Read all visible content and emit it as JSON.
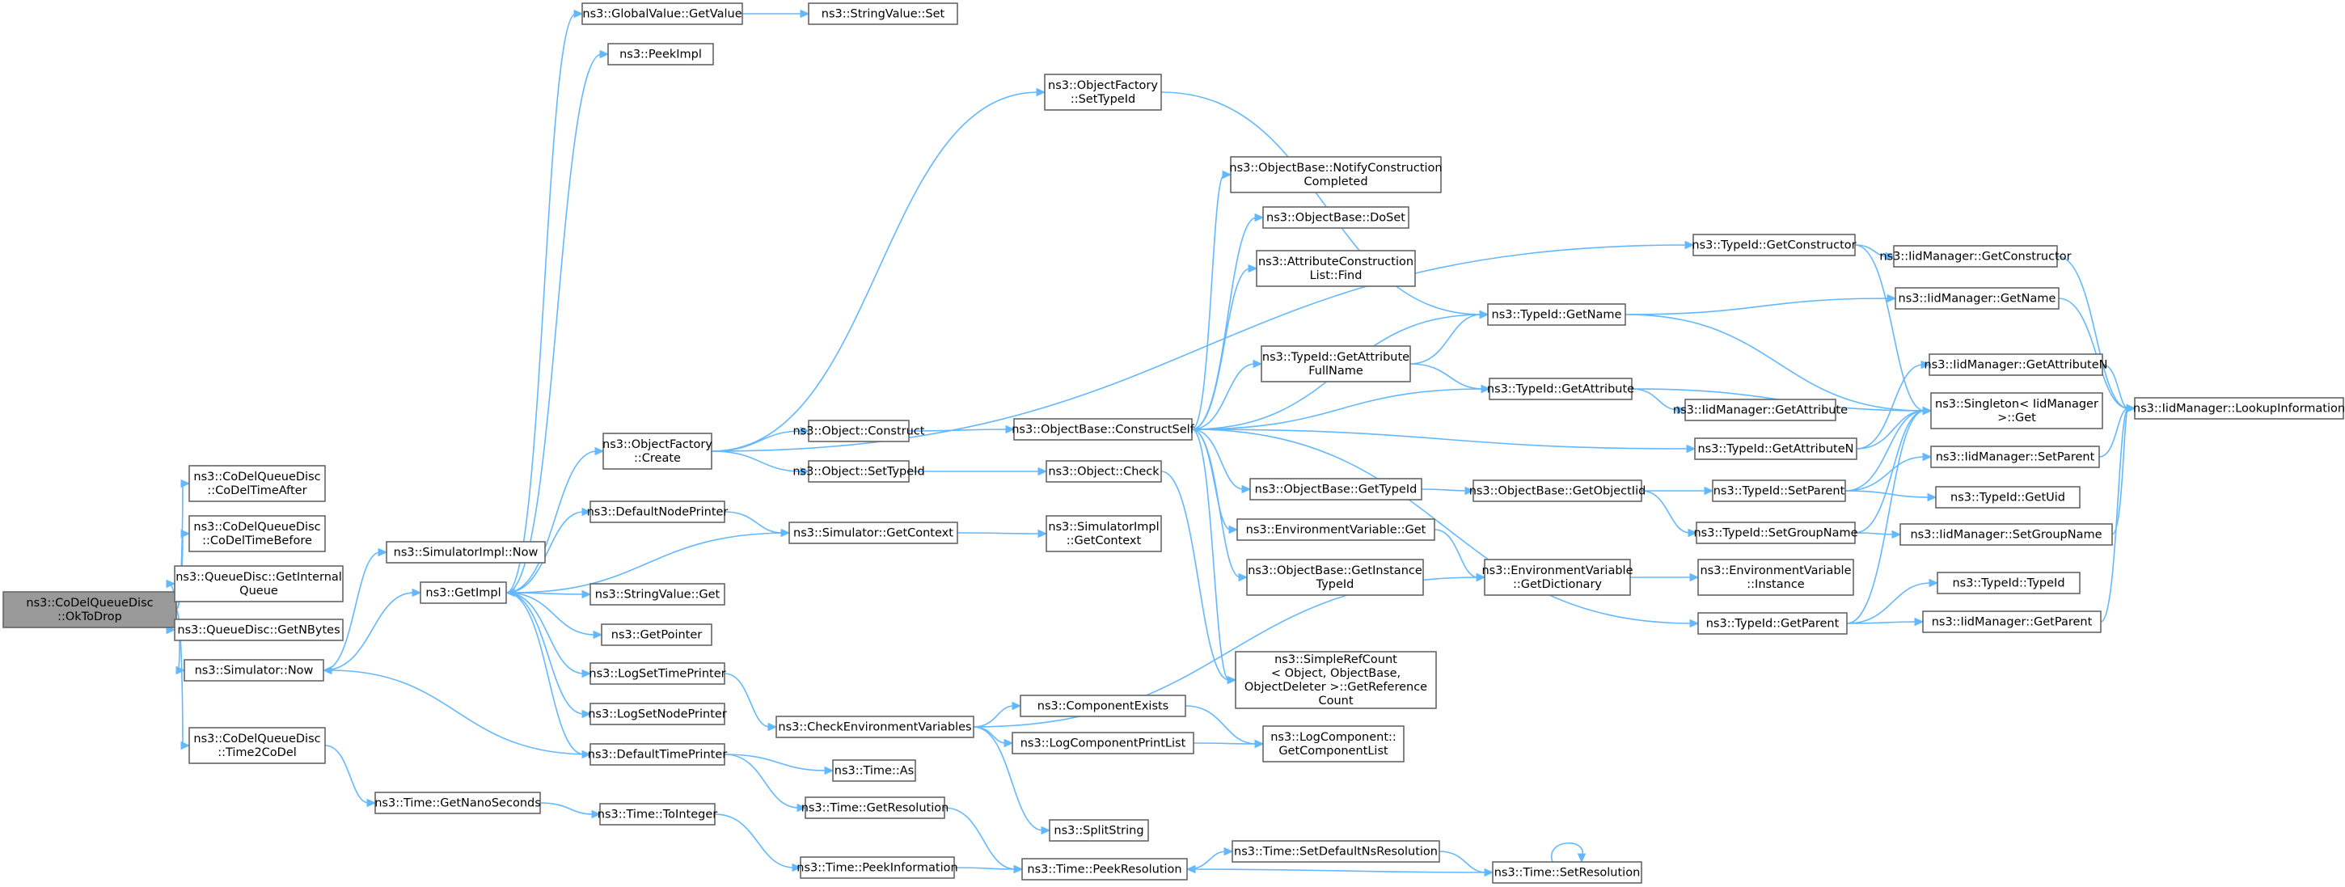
{
  "graph": {
    "nodes": [
      {
        "id": "oktodrop",
        "lines": [
          "ns3::CoDelQueueDisc",
          "::OkToDrop"
        ],
        "root": true
      },
      {
        "id": "cdtafter",
        "lines": [
          "ns3::CoDelQueueDisc",
          "::CoDelTimeAfter"
        ]
      },
      {
        "id": "cdtbefore",
        "lines": [
          "ns3::CoDelQueueDisc",
          "::CoDelTimeBefore"
        ]
      },
      {
        "id": "getintq",
        "lines": [
          "ns3::QueueDisc::GetInternal",
          "Queue"
        ]
      },
      {
        "id": "getnbytes",
        "lines": [
          "ns3::QueueDisc::GetNBytes"
        ]
      },
      {
        "id": "simnow",
        "lines": [
          "ns3::Simulator::Now"
        ]
      },
      {
        "id": "time2codel",
        "lines": [
          "ns3::CoDelQueueDisc",
          "::Time2CoDel"
        ]
      },
      {
        "id": "simimplnow",
        "lines": [
          "ns3::SimulatorImpl::Now"
        ]
      },
      {
        "id": "getimpl",
        "lines": [
          "ns3::GetImpl"
        ]
      },
      {
        "id": "getnanos",
        "lines": [
          "ns3::Time::GetNanoSeconds"
        ]
      },
      {
        "id": "gvgetvalue",
        "lines": [
          "ns3::GlobalValue::GetValue"
        ]
      },
      {
        "id": "peekimpl",
        "lines": [
          "ns3::PeekImpl"
        ]
      },
      {
        "id": "ofcreate",
        "lines": [
          "ns3::ObjectFactory",
          "::Create"
        ]
      },
      {
        "id": "defnodeprinter",
        "lines": [
          "ns3::DefaultNodePrinter"
        ]
      },
      {
        "id": "svget",
        "lines": [
          "ns3::StringValue::Get"
        ]
      },
      {
        "id": "getpointer",
        "lines": [
          "ns3::GetPointer"
        ]
      },
      {
        "id": "logsettime",
        "lines": [
          "ns3::LogSetTimePrinter"
        ]
      },
      {
        "id": "logsetnode",
        "lines": [
          "ns3::LogSetNodePrinter"
        ]
      },
      {
        "id": "deftimeprinter",
        "lines": [
          "ns3::DefaultTimePrinter"
        ]
      },
      {
        "id": "timetoint",
        "lines": [
          "ns3::Time::ToInteger"
        ]
      },
      {
        "id": "svset",
        "lines": [
          "ns3::StringValue::Set"
        ]
      },
      {
        "id": "objconstruct",
        "lines": [
          "ns3::Object::Construct"
        ]
      },
      {
        "id": "objsettypeid",
        "lines": [
          "ns3::Object::SetTypeId"
        ]
      },
      {
        "id": "simgetctx",
        "lines": [
          "ns3::Simulator::GetContext"
        ]
      },
      {
        "id": "checkenv",
        "lines": [
          "ns3::CheckEnvironmentVariables"
        ]
      },
      {
        "id": "timeas",
        "lines": [
          "ns3::Time::As"
        ]
      },
      {
        "id": "timegetres",
        "lines": [
          "ns3::Time::GetResolution"
        ]
      },
      {
        "id": "timepeekinfo",
        "lines": [
          "ns3::Time::PeekInformation"
        ]
      },
      {
        "id": "ofsettypeid",
        "lines": [
          "ns3::ObjectFactory",
          "::SetTypeId"
        ]
      },
      {
        "id": "obconstructself",
        "lines": [
          "ns3::ObjectBase::ConstructSelf"
        ]
      },
      {
        "id": "objcheck",
        "lines": [
          "ns3::Object::Check"
        ]
      },
      {
        "id": "simimplgetctx",
        "lines": [
          "ns3::SimulatorImpl",
          "::GetContext"
        ]
      },
      {
        "id": "compexists",
        "lines": [
          "ns3::ComponentExists"
        ]
      },
      {
        "id": "logcompprint",
        "lines": [
          "ns3::LogComponentPrintList"
        ]
      },
      {
        "id": "splitstring",
        "lines": [
          "ns3::SplitString"
        ]
      },
      {
        "id": "timepeekres",
        "lines": [
          "ns3::Time::PeekResolution"
        ]
      },
      {
        "id": "obnotify",
        "lines": [
          "ns3::ObjectBase::NotifyConstruction",
          "Completed"
        ]
      },
      {
        "id": "obdoset",
        "lines": [
          "ns3::ObjectBase::DoSet"
        ]
      },
      {
        "id": "attrconstfind",
        "lines": [
          "ns3::AttributeConstruction",
          "List::Find"
        ]
      },
      {
        "id": "tidgetattrfull",
        "lines": [
          "ns3::TypeId::GetAttribute",
          "FullName"
        ]
      },
      {
        "id": "obgettypeid",
        "lines": [
          "ns3::ObjectBase::GetTypeId"
        ]
      },
      {
        "id": "envget",
        "lines": [
          "ns3::EnvironmentVariable::Get"
        ]
      },
      {
        "id": "obgetinst",
        "lines": [
          "ns3::ObjectBase::GetInstance",
          "TypeId"
        ]
      },
      {
        "id": "simplerefcount",
        "lines": [
          "ns3::SimpleRefCount",
          "< Object, ObjectBase,",
          "ObjectDeleter >::GetReference",
          "Count"
        ]
      },
      {
        "id": "logcompgetlist",
        "lines": [
          "ns3::LogComponent::",
          "GetComponentList"
        ]
      },
      {
        "id": "timesetdefres",
        "lines": [
          "ns3::Time::SetDefaultNsResolution"
        ]
      },
      {
        "id": "tidgetname",
        "lines": [
          "ns3::TypeId::GetName"
        ]
      },
      {
        "id": "tidgetattr",
        "lines": [
          "ns3::TypeId::GetAttribute"
        ]
      },
      {
        "id": "obgetobjtid",
        "lines": [
          "ns3::ObjectBase::GetObjectIid"
        ]
      },
      {
        "id": "envgetdict",
        "lines": [
          "ns3::EnvironmentVariable",
          "::GetDictionary"
        ]
      },
      {
        "id": "tidgetctor",
        "lines": [
          "ns3::TypeId::GetConstructor"
        ]
      },
      {
        "id": "tidgetattrn",
        "lines": [
          "ns3::TypeId::GetAttributeN"
        ]
      },
      {
        "id": "tidsetparent",
        "lines": [
          "ns3::TypeId::SetParent"
        ]
      },
      {
        "id": "tidsetgroup",
        "lines": [
          "ns3::TypeId::SetGroupName"
        ]
      },
      {
        "id": "tidgetparent",
        "lines": [
          "ns3::TypeId::GetParent"
        ]
      },
      {
        "id": "envinstance",
        "lines": [
          "ns3::EnvironmentVariable",
          "::Instance"
        ]
      },
      {
        "id": "timesetres",
        "lines": [
          "ns3::Time::SetResolution"
        ]
      },
      {
        "id": "iidgetname",
        "lines": [
          "ns3::IidManager::GetName"
        ]
      },
      {
        "id": "iidgetattr",
        "lines": [
          "ns3::IidManager::GetAttribute"
        ]
      },
      {
        "id": "iidgetctor",
        "lines": [
          "ns3::IidManager::GetConstructor"
        ]
      },
      {
        "id": "iidgetattrn",
        "lines": [
          "ns3::IidManager::GetAttributeN"
        ]
      },
      {
        "id": "singletonget",
        "lines": [
          "ns3::Singleton< IidManager",
          ">::Get"
        ]
      },
      {
        "id": "iidsetparent",
        "lines": [
          "ns3::IidManager::SetParent"
        ]
      },
      {
        "id": "tidgetuid",
        "lines": [
          "ns3::TypeId::GetUid"
        ]
      },
      {
        "id": "iidsetgroup",
        "lines": [
          "ns3::IidManager::SetGroupName"
        ]
      },
      {
        "id": "tidtypeid",
        "lines": [
          "ns3::TypeId::TypeId"
        ]
      },
      {
        "id": "iidgetparent",
        "lines": [
          "ns3::IidManager::GetParent"
        ]
      },
      {
        "id": "iidlookup",
        "lines": [
          "ns3::IidManager::LookupInformation"
        ]
      }
    ]
  }
}
